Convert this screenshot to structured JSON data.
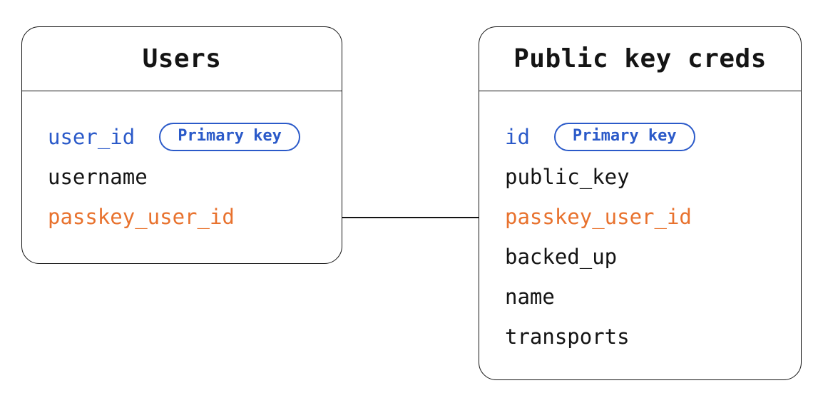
{
  "theme": {
    "background": "#ffffff",
    "border_color": "#141414",
    "text_color": "#141414",
    "primary_color": "#2b5ac9",
    "foreign_color": "#e8722e"
  },
  "tables": [
    {
      "title": "Users",
      "fields": [
        {
          "name": "user_id",
          "role": "primary",
          "badge": "Primary key"
        },
        {
          "name": "username",
          "role": "normal"
        },
        {
          "name": "passkey_user_id",
          "role": "foreign"
        }
      ]
    },
    {
      "title": "Public key creds",
      "fields": [
        {
          "name": "id",
          "role": "primary",
          "badge": "Primary key"
        },
        {
          "name": "public_key",
          "role": "normal"
        },
        {
          "name": "passkey_user_id",
          "role": "foreign"
        },
        {
          "name": "backed_up",
          "role": "normal"
        },
        {
          "name": "name",
          "role": "normal"
        },
        {
          "name": "transports",
          "role": "normal"
        }
      ]
    }
  ],
  "relationship": {
    "from_table": "Users",
    "from_field": "passkey_user_id",
    "to_table": "Public key creds",
    "to_field": "passkey_user_id"
  }
}
